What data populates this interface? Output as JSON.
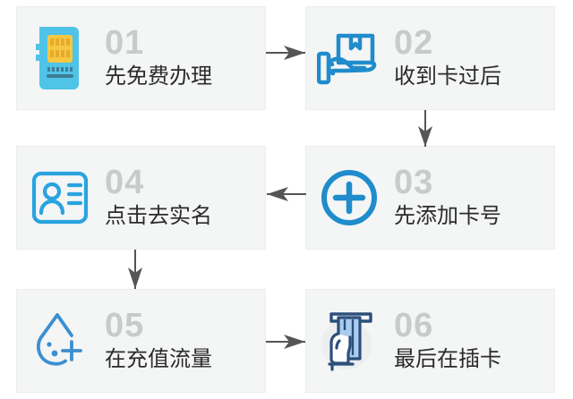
{
  "diagram": {
    "title_text": "",
    "background_color": "#ffffff",
    "card_bg_color": "#f4f5f5",
    "card_border_color": "#ededed",
    "number_color": "#c9cacb",
    "label_color": "#2b2b2b",
    "arrow_color": "#555555",
    "accent_blue": "#1f8ccc",
    "steps": [
      {
        "number": "01",
        "label": "先免费办理",
        "icon": "sim-card-icon",
        "icon_colors": {
          "body": "#4fc3e8",
          "chip": "#f5c842",
          "strip": "#3c7d94"
        }
      },
      {
        "number": "02",
        "label": "收到卡过后",
        "icon": "hand-receiving-package-icon",
        "icon_colors": {
          "stroke": "#1f8ccc"
        }
      },
      {
        "number": "03",
        "label": "先添加卡号",
        "icon": "plus-circle-icon",
        "icon_colors": {
          "stroke": "#1f8ccc"
        }
      },
      {
        "number": "04",
        "label": "点击去实名",
        "icon": "id-card-person-icon",
        "icon_colors": {
          "stroke": "#29a3e0"
        }
      },
      {
        "number": "05",
        "label": "在充值流量",
        "icon": "water-drop-plus-icon",
        "icon_colors": {
          "stroke": "#3c8fd0"
        }
      },
      {
        "number": "06",
        "label": "最后在插卡",
        "icon": "hand-inserting-card-icon",
        "icon_colors": {
          "stroke": "#2c4f7c",
          "card": "#a8cdee",
          "hand": "#fdfdfd"
        }
      }
    ],
    "arrows": [
      {
        "name": "arrow-step1-to-step2",
        "direction": "right"
      },
      {
        "name": "arrow-step2-to-step3",
        "direction": "down"
      },
      {
        "name": "arrow-step3-to-step4",
        "direction": "left"
      },
      {
        "name": "arrow-step4-to-step5",
        "direction": "down"
      },
      {
        "name": "arrow-step5-to-step6",
        "direction": "right"
      }
    ]
  }
}
